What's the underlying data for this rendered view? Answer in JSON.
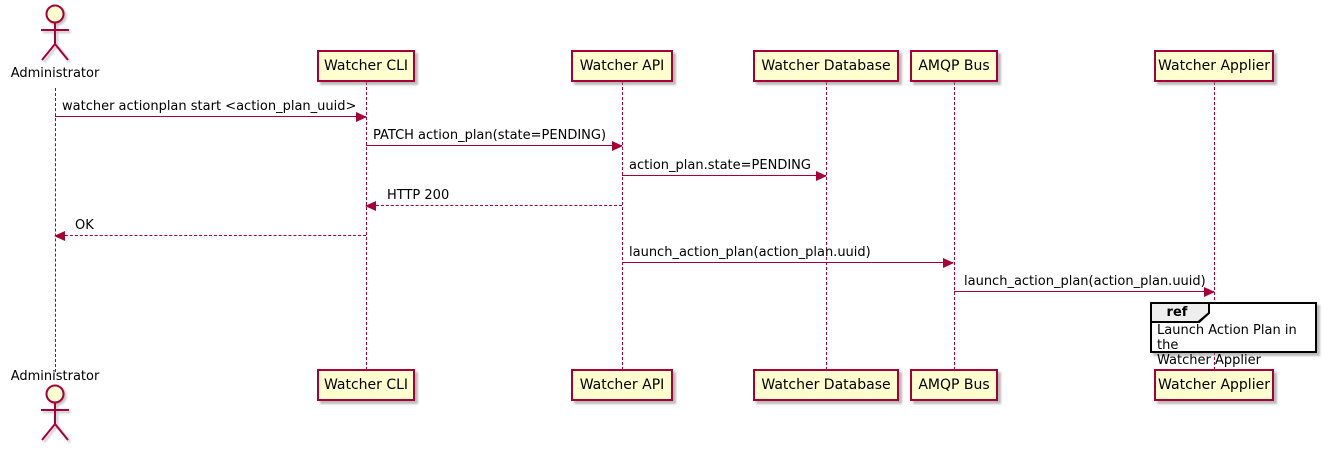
{
  "diagram_type": "uml-sequence-diagram",
  "colors": {
    "participant_fill": "#FEFECE",
    "stroke": "#A80036",
    "text": "#000000",
    "ref_header_fill": "#EEEEEE",
    "ref_border": "#000000",
    "background": "#FFFFFF"
  },
  "actor": {
    "label": "Administrator"
  },
  "participants": [
    {
      "label": "Watcher CLI"
    },
    {
      "label": "Watcher API"
    },
    {
      "label": "Watcher Database"
    },
    {
      "label": "AMQP Bus"
    },
    {
      "label": "Watcher Applier"
    }
  ],
  "messages": [
    {
      "text": "watcher actionplan start <action_plan_uuid>",
      "from": "Administrator",
      "to": "Watcher CLI",
      "line": "solid",
      "direction": "right"
    },
    {
      "text": "PATCH action_plan(state=PENDING)",
      "from": "Watcher CLI",
      "to": "Watcher API",
      "line": "solid",
      "direction": "right"
    },
    {
      "text": "action_plan.state=PENDING",
      "from": "Watcher API",
      "to": "Watcher Database",
      "line": "solid",
      "direction": "right"
    },
    {
      "text": "HTTP 200",
      "from": "Watcher API",
      "to": "Watcher CLI",
      "line": "dashed",
      "direction": "left"
    },
    {
      "text": "OK",
      "from": "Watcher CLI",
      "to": "Administrator",
      "line": "dashed",
      "direction": "left"
    },
    {
      "text": "launch_action_plan(action_plan.uuid)",
      "from": "Watcher API",
      "to": "AMQP Bus",
      "line": "solid",
      "direction": "right"
    },
    {
      "text": "launch_action_plan(action_plan.uuid)",
      "from": "AMQP Bus",
      "to": "Watcher Applier",
      "line": "solid",
      "direction": "right"
    }
  ],
  "ref_fragment": {
    "keyword": "ref",
    "text_line1": "Launch Action Plan in the",
    "text_line2": "Watcher Applier"
  }
}
